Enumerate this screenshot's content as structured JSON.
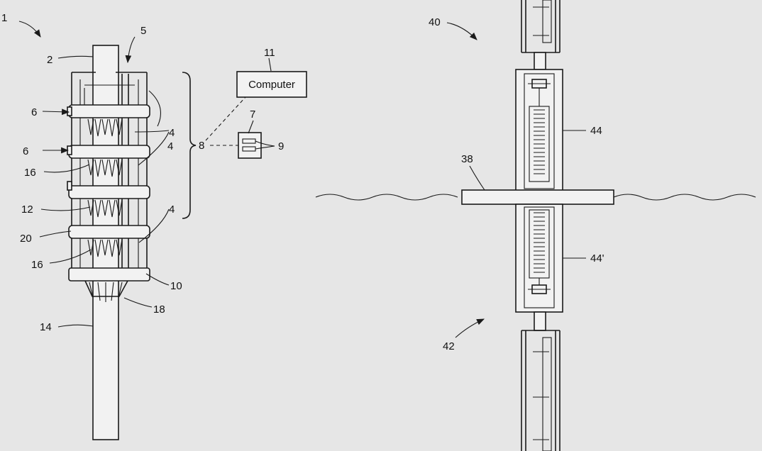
{
  "labels": {
    "l1": "1",
    "l2": "2",
    "l4a": "4",
    "l4b": "4",
    "l4c": "4",
    "l5": "5",
    "l6a": "6",
    "l6b": "6",
    "l7": "7",
    "l8": "8",
    "l9": "9",
    "l10": "10",
    "l11": "11",
    "l12": "12",
    "l14": "14",
    "l16a": "16",
    "l16b": "16",
    "l18": "18",
    "l20": "20",
    "l38": "38",
    "l40": "40",
    "l42": "42",
    "l44": "44",
    "l44p": "44'"
  },
  "computer": {
    "label": "Computer"
  }
}
